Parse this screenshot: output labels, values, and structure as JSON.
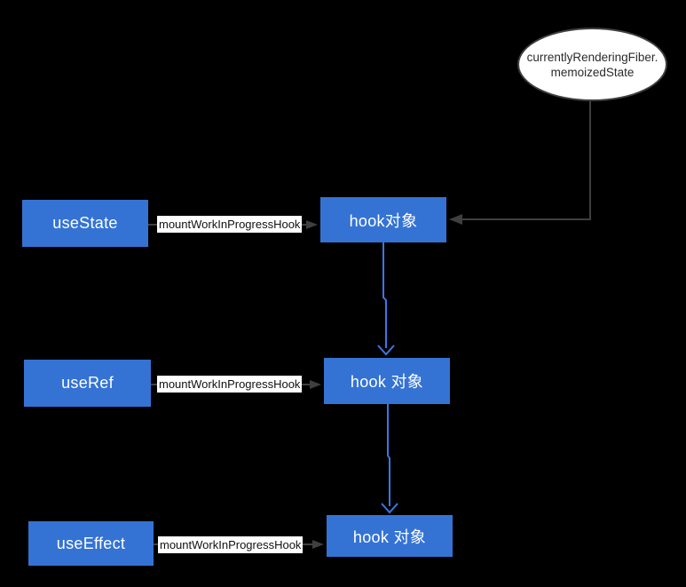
{
  "diagram": {
    "fiber_node": {
      "line1": "currentlyRenderingFiber.",
      "line2": "memoizedState"
    },
    "rows": [
      {
        "hook": "useState",
        "edge_label": "mountWorkInProgressHook",
        "target": "hook对象"
      },
      {
        "hook": "useRef",
        "edge_label": "mountWorkInProgressHook",
        "target": "hook 对象"
      },
      {
        "hook": "useEffect",
        "edge_label": "mountWorkInProgressHook",
        "target": "hook 对象"
      }
    ],
    "colors": {
      "canvas_bg": "#000000",
      "node_fill": "#3473d4",
      "node_text": "#ffffff",
      "arrow_blue": "#3b76e8",
      "arrow_gray": "#3f3f3f",
      "label_bg": "#ffffff",
      "label_text": "#111111"
    }
  }
}
